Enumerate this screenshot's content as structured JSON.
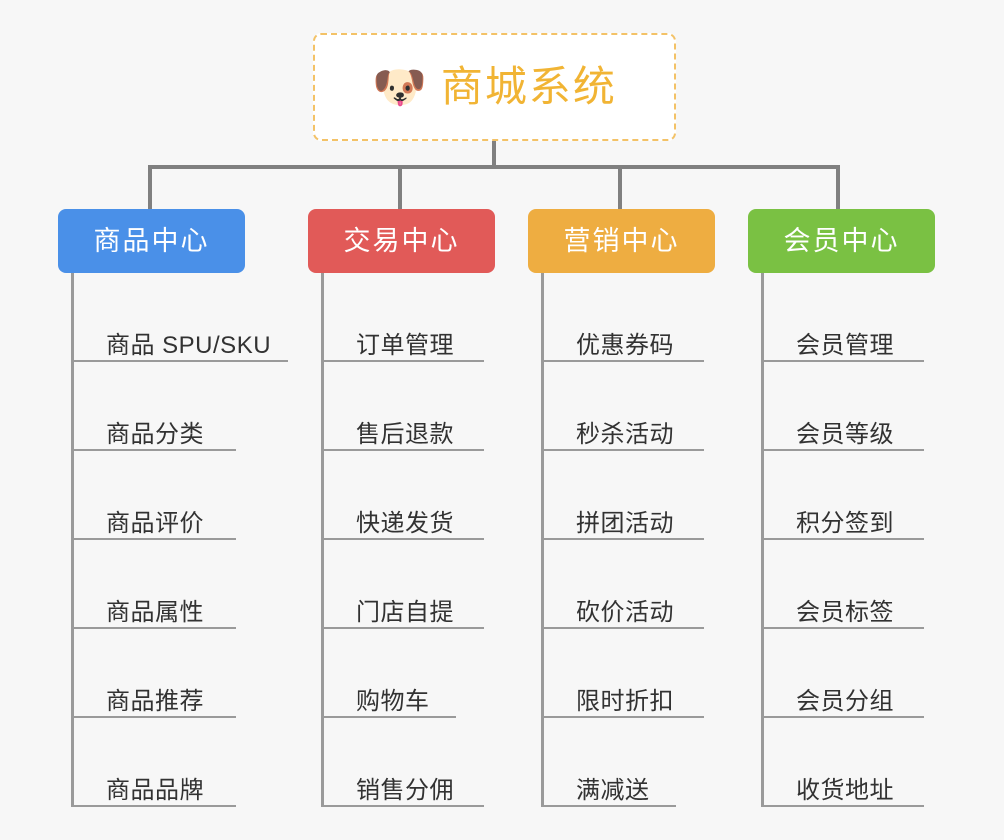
{
  "root": {
    "icon": "dog-face-emoji",
    "icon_glyph": "🐶",
    "title": "商城系统",
    "border_color": "#f3c267",
    "text_color": "#f1b434"
  },
  "theme": {
    "page_background": "#f7f7f7",
    "connector_color": "#808080",
    "leaf_line_color": "#9a9a9a",
    "leaf_text_color": "#323232"
  },
  "branches": [
    {
      "label": "商品中心",
      "color": "#4a90e8",
      "items": [
        "商品 SPU/SKU",
        "商品分类",
        "商品评价",
        "商品属性",
        "商品推荐",
        "商品品牌"
      ]
    },
    {
      "label": "交易中心",
      "color": "#e15a58",
      "items": [
        "订单管理",
        "售后退款",
        "快递发货",
        "门店自提",
        "购物车",
        "销售分佣"
      ]
    },
    {
      "label": "营销中心",
      "color": "#eead41",
      "items": [
        "优惠券码",
        "秒杀活动",
        "拼团活动",
        "砍价活动",
        "限时折扣",
        "满减送"
      ]
    },
    {
      "label": "会员中心",
      "color": "#7ac143",
      "items": [
        "会员管理",
        "会员等级",
        "积分签到",
        "会员标签",
        "会员分组",
        "收货地址"
      ]
    }
  ]
}
